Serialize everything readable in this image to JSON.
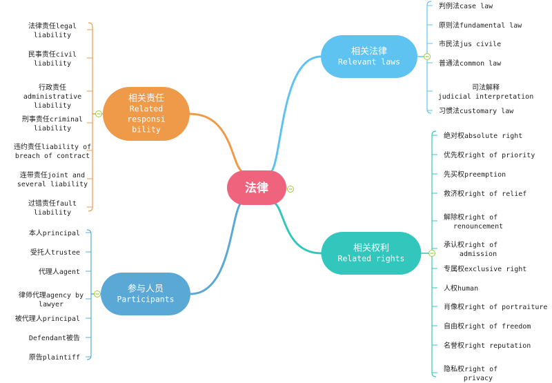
{
  "center": {
    "label": "法律",
    "color": "#f0637d"
  },
  "branches": [
    {
      "id": "relevant-laws",
      "color": "#5ec3f0",
      "line_color": "#5ec3f0",
      "label_lines": [
        "相关法律",
        "Relevant laws"
      ],
      "items": [
        [
          "判例法case law"
        ],
        [
          "原则法fundamental law"
        ],
        [
          "市民法jus civile"
        ],
        [
          "普通法common law"
        ],
        [
          "司法解释",
          "judicial interpretation"
        ],
        [
          "习惯法customary law"
        ]
      ]
    },
    {
      "id": "related-rights",
      "color": "#33c6bd",
      "line_color": "#33c6bd",
      "label_lines": [
        "相关权利",
        "Related rights"
      ],
      "items": [
        [
          "绝对权absolute right"
        ],
        [
          "优先权right of priority"
        ],
        [
          "先买权preemption"
        ],
        [
          "救济权right of relief"
        ],
        [
          "解除权right of",
          "renouncement"
        ],
        [
          "承认权right of",
          "admission"
        ],
        [
          "专属权exclusive right"
        ],
        [
          "人权human"
        ],
        [
          "肖像权right of portraiture"
        ],
        [
          "自由权right of freedom"
        ],
        [
          "名誉权right reputation"
        ],
        [
          "隐私权right of",
          "privacy"
        ]
      ]
    },
    {
      "id": "related-responsibility",
      "color": "#ef9a48",
      "line_color": "#ef9a48",
      "label_lines": [
        "相关责任",
        "Related",
        "responsi",
        "bility"
      ],
      "items": [
        [
          "法律责任legal",
          "liability"
        ],
        [
          "民事责任civil",
          "liability"
        ],
        [
          "行政责任",
          "administrative",
          "liability"
        ],
        [
          "刑事责任criminal",
          "liability"
        ],
        [
          "违约责任liability of",
          "breach of contract"
        ],
        [
          "连带责任joint and",
          "several liability"
        ],
        [
          "过错责任fault",
          "liability"
        ]
      ]
    },
    {
      "id": "participants",
      "color": "#5aa8d6",
      "line_color": "#5aa8d6",
      "label_lines": [
        "参与人员",
        "Participants"
      ],
      "items": [
        [
          "本人principal"
        ],
        [
          "受托人trustee"
        ],
        [
          "代理人agent"
        ],
        [
          "律师代理agency by",
          "lawyer"
        ],
        [
          "被代理人principal"
        ],
        [
          "Defendant被告"
        ],
        [
          "原告plaintiff"
        ]
      ]
    }
  ],
  "collapse_toggle_color": "#9acd32"
}
